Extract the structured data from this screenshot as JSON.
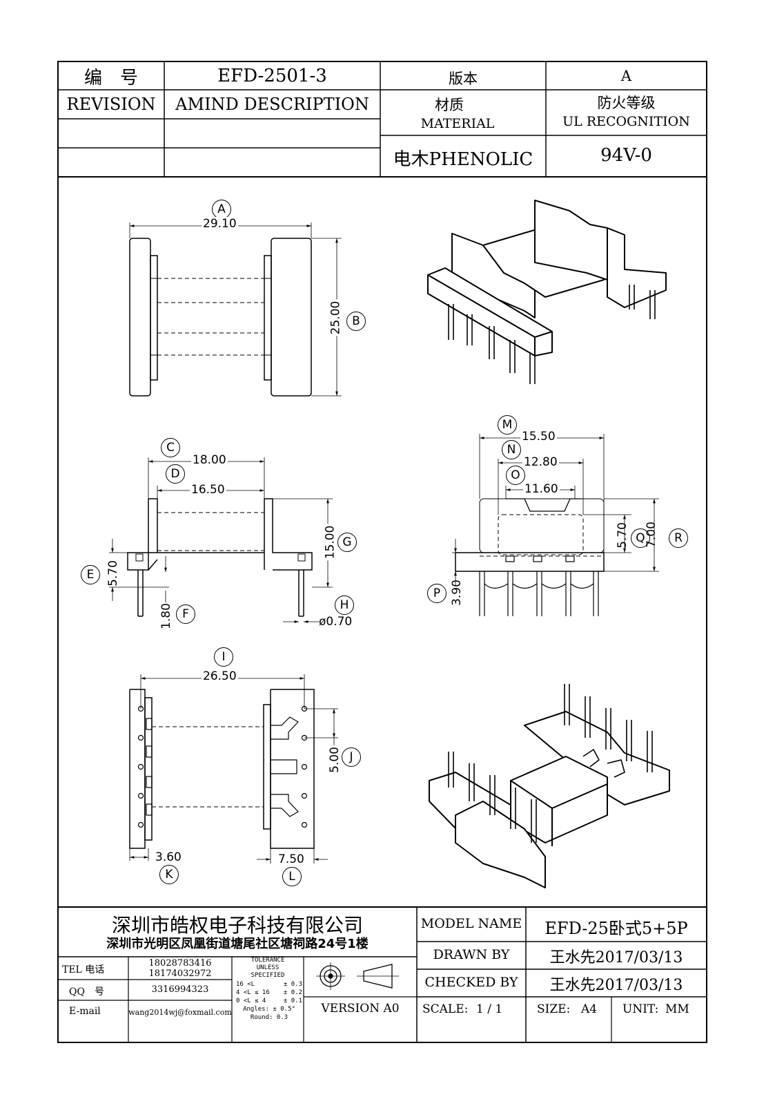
{
  "header": {
    "number_label": "编　号",
    "number_value": "EFD-2501-3",
    "version_label": "版本",
    "version_value": "A",
    "revision_label": "REVISION",
    "description_label": "AMIND DESCRIPTION",
    "material_cn": "材质",
    "material_en": "MATERIAL",
    "ul_cn": "防火等级",
    "ul_en": "UL RECOGNITION",
    "material_value": "电木PHENOLIC",
    "ul_value": "94V-0"
  },
  "dimensions": {
    "A": {
      "letter": "A",
      "value": "29.10"
    },
    "B": {
      "letter": "B",
      "value": "25.00"
    },
    "C": {
      "letter": "C",
      "value": "18.00"
    },
    "D": {
      "letter": "D",
      "value": "16.50"
    },
    "E": {
      "letter": "E",
      "value": "5.70"
    },
    "F": {
      "letter": "F",
      "value": "1.80"
    },
    "G": {
      "letter": "G",
      "value": "15.00"
    },
    "H": {
      "letter": "H",
      "value": "ø0.70"
    },
    "I": {
      "letter": "I",
      "value": "26.50"
    },
    "J": {
      "letter": "J",
      "value": "5.00"
    },
    "K": {
      "letter": "K",
      "value": "3.60"
    },
    "L": {
      "letter": "L",
      "value": "7.50"
    },
    "M": {
      "letter": "M",
      "value": "15.50"
    },
    "N": {
      "letter": "N",
      "value": "12.80"
    },
    "O": {
      "letter": "O",
      "value": "11.60"
    },
    "P": {
      "letter": "P",
      "value": "3.90"
    },
    "Q": {
      "letter": "Q",
      "value": "5.70"
    },
    "R": {
      "letter": "R",
      "value": "7.00"
    }
  },
  "title_block": {
    "company_name": "深圳市皓权电子科技有限公司",
    "company_address": "深圳市光明区凤凰街道塘尾社区塘祠路24号1楼",
    "tel_label": "TEL 电话",
    "tel_values": [
      "18028783416",
      "18174032972"
    ],
    "qq_label": "QQ　号",
    "qq_value": "3316994323",
    "email_label": "E-mail",
    "email_value": "wang2014wj@foxmail.com",
    "tolerance_title": [
      "TOLERANCE",
      "UNLESS",
      "SPECIFIED"
    ],
    "tolerance_rows": [
      {
        "range": "16 <L",
        "tol": "± 0.3"
      },
      {
        "range": "4 <L ≤ 16",
        "tol": "± 0.2"
      },
      {
        "range": "0 <L ≤ 4",
        "tol": "± 0.1"
      }
    ],
    "tolerance_angles": "Angles: ± 0.5°",
    "tolerance_round": "Round: 0.3",
    "version": "VERSION A0",
    "model_label": "MODEL NAME",
    "model_value": "EFD-25卧式5+5P",
    "drawn_label": "DRAWN BY",
    "drawn_value": "王水先2017/03/13",
    "checked_label": "CHECKED BY",
    "checked_value": "王水先2017/03/13",
    "scale_label": "SCALE:",
    "scale_value": "1 / 1",
    "size_label": "SIZE:",
    "size_value": "A4",
    "unit_label": "UNIT:",
    "unit_value": "MM"
  }
}
